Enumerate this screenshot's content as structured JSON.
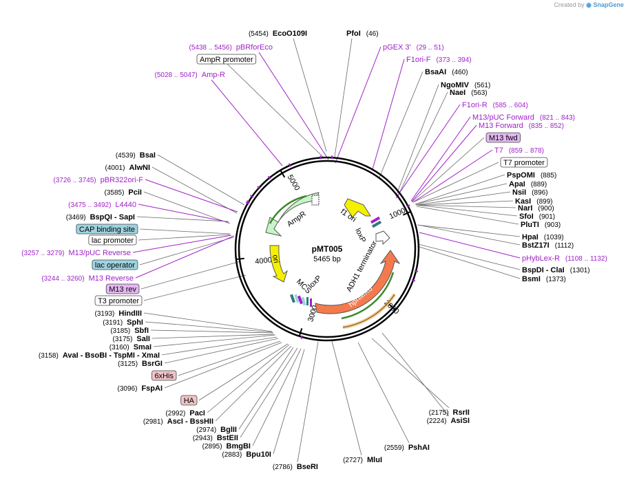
{
  "credit": {
    "prefix": "Created by",
    "brand": "SnapGene"
  },
  "plasmid": {
    "name": "pMT005",
    "length": "5465 bp"
  },
  "ticks": [
    "1000",
    "2000",
    "3000",
    "4000",
    "5000"
  ],
  "colors": {
    "ampr": "#c8f5c8",
    "ori": "#f5f000",
    "f1ori": "#f5f000",
    "hphmx6": "#f47a4e",
    "adh1": "#ffffff",
    "accent_feature": "#a020c8",
    "boxed_violet": "#e3b8f2",
    "boxed_teal": "#9fd3e0",
    "boxed_pink": "#f0c4c8"
  },
  "arc_labels": {
    "ampr": "AmpR",
    "ori": "ori",
    "f1ori": "f1 ori",
    "loxp1": "loxP",
    "adh1": "ADH1 terminator",
    "hph": "hphMX6",
    "loxp2": "loxP",
    "mcs": "MCS"
  },
  "right_labels": [
    {
      "kind": "feat",
      "name": "pGEX 3'",
      "pos": "(29 .. 51)"
    },
    {
      "kind": "feat",
      "name": "F1ori-F",
      "pos": "(373 .. 394)"
    },
    {
      "kind": "enz",
      "name": "BsaAI",
      "pos": "(460)"
    },
    {
      "kind": "enz",
      "name": "NgoMIV",
      "pos": "(561)"
    },
    {
      "kind": "enz",
      "name": "NaeI",
      "pos": "(563)"
    },
    {
      "kind": "feat",
      "name": "F1ori-R",
      "pos": "(585 .. 604)"
    },
    {
      "kind": "feat",
      "name": "M13/pUC Forward",
      "pos": "(821 .. 843)"
    },
    {
      "kind": "feat",
      "name": "M13 Forward",
      "pos": "(835 .. 852)"
    },
    {
      "kind": "boxv",
      "name": "M13 fwd",
      "pos": ""
    },
    {
      "kind": "feat",
      "name": "T7",
      "pos": "(859 .. 878)"
    },
    {
      "kind": "boxw",
      "name": "T7 promoter",
      "pos": ""
    },
    {
      "kind": "enz",
      "name": "PspOMI",
      "pos": "(885)"
    },
    {
      "kind": "enz",
      "name": "ApaI",
      "pos": "(889)"
    },
    {
      "kind": "enz",
      "name": "NsiI",
      "pos": "(896)"
    },
    {
      "kind": "enz",
      "name": "KasI",
      "pos": "(899)"
    },
    {
      "kind": "enz",
      "name": "NarI",
      "pos": "(900)"
    },
    {
      "kind": "enz",
      "name": "SfoI",
      "pos": "(901)"
    },
    {
      "kind": "enz",
      "name": "PluTI",
      "pos": "(903)"
    },
    {
      "kind": "enz",
      "name": "HpaI",
      "pos": "(1039)"
    },
    {
      "kind": "enz",
      "name": "BstZ17I",
      "pos": "(1112)"
    },
    {
      "kind": "feat",
      "name": "pHybLex-R",
      "pos": "(1108 .. 1132)"
    },
    {
      "kind": "enz",
      "name": "BspDI - ClaI",
      "pos": "(1301)"
    },
    {
      "kind": "enz",
      "name": "BsmI",
      "pos": "(1373)"
    }
  ],
  "left_labels": [
    {
      "kind": "enz",
      "name": "BsaI",
      "pos": "(4539)"
    },
    {
      "kind": "enz",
      "name": "AlwNI",
      "pos": "(4001)"
    },
    {
      "kind": "feat",
      "name": "pBR322ori-F",
      "pos": "(3726 .. 3745)"
    },
    {
      "kind": "enz",
      "name": "PciI",
      "pos": "(3585)"
    },
    {
      "kind": "feat",
      "name": "L4440",
      "pos": "(3475 .. 3492)"
    },
    {
      "kind": "enz",
      "name": "BspQI - SapI",
      "pos": "(3469)"
    },
    {
      "kind": "boxt",
      "name": "CAP binding site",
      "pos": ""
    },
    {
      "kind": "boxw",
      "name": "lac promoter",
      "pos": ""
    },
    {
      "kind": "feat",
      "name": "M13/pUC Reverse",
      "pos": "(3257 .. 3279)"
    },
    {
      "kind": "boxt",
      "name": "lac operator",
      "pos": ""
    },
    {
      "kind": "feat",
      "name": "M13 Reverse",
      "pos": "(3244 .. 3260)"
    },
    {
      "kind": "boxv",
      "name": "M13 rev",
      "pos": ""
    },
    {
      "kind": "boxw",
      "name": "T3 promoter",
      "pos": ""
    },
    {
      "kind": "enz",
      "name": "HindIII",
      "pos": "(3193)"
    },
    {
      "kind": "enz",
      "name": "SphI",
      "pos": "(3191)"
    },
    {
      "kind": "enz",
      "name": "SbfI",
      "pos": "(3185)"
    },
    {
      "kind": "enz",
      "name": "SalI",
      "pos": "(3175)"
    },
    {
      "kind": "enz",
      "name": "SmaI",
      "pos": "(3160)"
    },
    {
      "kind": "enz",
      "name": "AvaI - BsoBI - TspMI - XmaI",
      "pos": "(3158)"
    },
    {
      "kind": "enz",
      "name": "BsrGI",
      "pos": "(3125)"
    },
    {
      "kind": "boxp",
      "name": "6xHis",
      "pos": ""
    },
    {
      "kind": "enz",
      "name": "FspAI",
      "pos": "(3096)"
    },
    {
      "kind": "boxp",
      "name": "HA",
      "pos": ""
    },
    {
      "kind": "enz",
      "name": "PacI",
      "pos": "(2992)"
    },
    {
      "kind": "enz",
      "name": "AscI - BssHII",
      "pos": "(2981)"
    },
    {
      "kind": "enz",
      "name": "BglII",
      "pos": "(2974)"
    },
    {
      "kind": "enz",
      "name": "BstEII",
      "pos": "(2943)"
    },
    {
      "kind": "enz",
      "name": "BmgBI",
      "pos": "(2895)"
    },
    {
      "kind": "enz",
      "name": "Bpu10I",
      "pos": "(2883)"
    }
  ],
  "top_labels": [
    {
      "kind": "enz",
      "name": "EcoO109I",
      "pos": "(5454)"
    },
    {
      "kind": "enz",
      "name": "PfoI",
      "pos": "(46)"
    },
    {
      "kind": "feat",
      "name": "pBRforEco",
      "pos": "(5438 .. 5456)"
    },
    {
      "kind": "boxw",
      "name": "AmpR promoter",
      "pos": ""
    },
    {
      "kind": "feat",
      "name": "Amp-R",
      "pos": "(5028 .. 5047)"
    }
  ],
  "bottom_labels": [
    {
      "kind": "enz",
      "name": "RsrII",
      "pos": "(2175)"
    },
    {
      "kind": "enz",
      "name": "AsiSI",
      "pos": "(2224)"
    },
    {
      "kind": "enz",
      "name": "PshAI",
      "pos": "(2559)"
    },
    {
      "kind": "enz",
      "name": "MluI",
      "pos": "(2727)"
    },
    {
      "kind": "enz",
      "name": "BseRI",
      "pos": "(2786)"
    }
  ]
}
